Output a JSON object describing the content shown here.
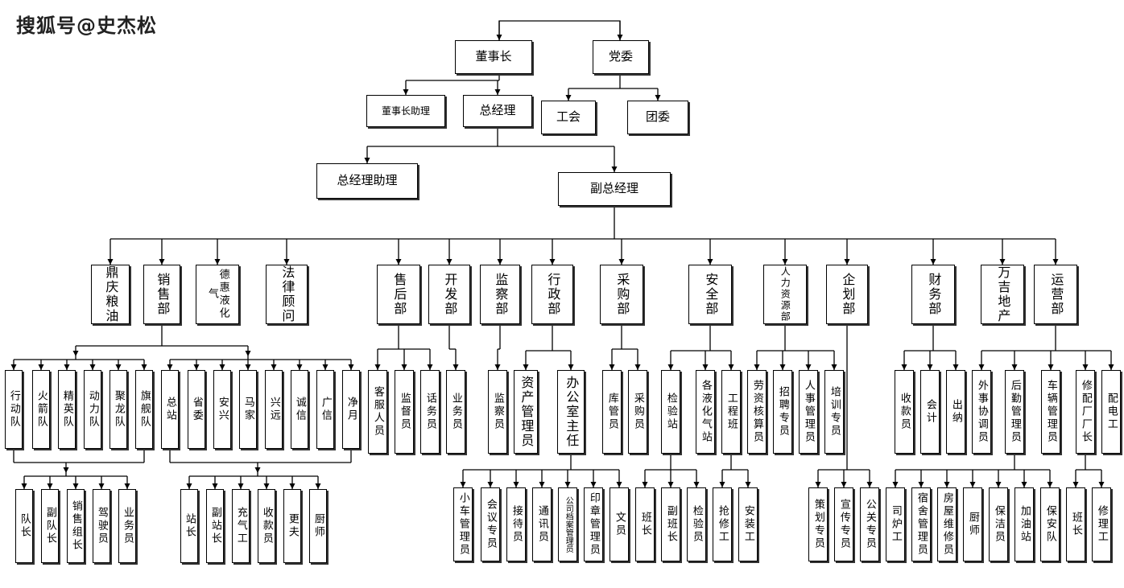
{
  "watermark": "搜狐号@史杰松",
  "colors": {
    "line": "#000000",
    "box_border": "#000000",
    "background": "#ffffff"
  },
  "nodes": [
    {
      "id": "chairman",
      "label": "董事长",
      "parent": null
    },
    {
      "id": "party",
      "label": "党委",
      "parent": null
    },
    {
      "id": "chair_asst",
      "label": "董事长助理",
      "parent": "chairman"
    },
    {
      "id": "gm",
      "label": "总经理",
      "parent": "chairman"
    },
    {
      "id": "union",
      "label": "工会",
      "parent": "party"
    },
    {
      "id": "youth",
      "label": "团委",
      "parent": "party"
    },
    {
      "id": "gm_asst",
      "label": "总经理助理",
      "parent": "gm"
    },
    {
      "id": "vgm",
      "label": "副总经理",
      "parent": "gm"
    },
    {
      "id": "dingqing",
      "label": "鼎庆粮油",
      "parent": "vgm"
    },
    {
      "id": "sales",
      "label": "销售部",
      "parent": "vgm"
    },
    {
      "id": "dehui",
      "label": "德惠液化气",
      "parent": "vgm"
    },
    {
      "id": "legal",
      "label": "法律顾问",
      "parent": "vgm"
    },
    {
      "id": "aftersales",
      "label": "售后部",
      "parent": "vgm"
    },
    {
      "id": "dev",
      "label": "开发部",
      "parent": "vgm"
    },
    {
      "id": "supervision",
      "label": "监察部",
      "parent": "vgm"
    },
    {
      "id": "admin",
      "label": "行政部",
      "parent": "vgm"
    },
    {
      "id": "purchase",
      "label": "采购部",
      "parent": "vgm"
    },
    {
      "id": "safety",
      "label": "安全部",
      "parent": "vgm"
    },
    {
      "id": "hr",
      "label": "人力资源部",
      "parent": "vgm"
    },
    {
      "id": "planning",
      "label": "企划部",
      "parent": "vgm"
    },
    {
      "id": "finance",
      "label": "财务部",
      "parent": "vgm"
    },
    {
      "id": "wanji",
      "label": "万吉地产",
      "parent": "vgm"
    },
    {
      "id": "ops",
      "label": "运营部",
      "parent": "vgm"
    },
    {
      "id": "s_xingdong",
      "label": "行动队",
      "parent": "sales"
    },
    {
      "id": "s_huojian",
      "label": "火箭队",
      "parent": "sales"
    },
    {
      "id": "s_jingying",
      "label": "精英队",
      "parent": "sales"
    },
    {
      "id": "s_dongli",
      "label": "动力队",
      "parent": "sales"
    },
    {
      "id": "s_julong",
      "label": "聚龙队",
      "parent": "sales"
    },
    {
      "id": "s_qijian",
      "label": "旗舰队",
      "parent": "sales"
    },
    {
      "id": "s_zongzhan",
      "label": "总站",
      "parent": "sales"
    },
    {
      "id": "s_shengwei",
      "label": "省委",
      "parent": "sales"
    },
    {
      "id": "s_anxing",
      "label": "安兴",
      "parent": "sales"
    },
    {
      "id": "s_majia",
      "label": "马家",
      "parent": "sales"
    },
    {
      "id": "s_xingyuan",
      "label": "兴远",
      "parent": "sales"
    },
    {
      "id": "s_chengxin",
      "label": "诚信",
      "parent": "sales"
    },
    {
      "id": "s_guangxin",
      "label": "广信",
      "parent": "sales"
    },
    {
      "id": "s_jingyue",
      "label": "净月",
      "parent": "sales"
    },
    {
      "id": "t_duizhang",
      "label": "队长",
      "parent": "teams"
    },
    {
      "id": "t_fuduizhang",
      "label": "副队长",
      "parent": "teams"
    },
    {
      "id": "t_xszz",
      "label": "销售组长",
      "parent": "teams"
    },
    {
      "id": "t_jiashi",
      "label": "驾驶员",
      "parent": "teams"
    },
    {
      "id": "t_yewu",
      "label": "业务员",
      "parent": "teams"
    },
    {
      "id": "st_zhanzhang",
      "label": "站长",
      "parent": "stations"
    },
    {
      "id": "st_fuzhanzhang",
      "label": "副站长",
      "parent": "stations"
    },
    {
      "id": "st_chongqi",
      "label": "充气工",
      "parent": "stations"
    },
    {
      "id": "st_shoukuan",
      "label": "收款员",
      "parent": "stations"
    },
    {
      "id": "st_gengfu",
      "label": "更夫",
      "parent": "stations"
    },
    {
      "id": "st_chushi",
      "label": "厨师",
      "parent": "stations"
    },
    {
      "id": "as_kefu",
      "label": "客服人员",
      "parent": "aftersales"
    },
    {
      "id": "as_jiandu",
      "label": "监督员",
      "parent": "aftersales"
    },
    {
      "id": "as_huawu",
      "label": "话务员",
      "parent": "aftersales"
    },
    {
      "id": "dev_yewu",
      "label": "业务员",
      "parent": "dev"
    },
    {
      "id": "sup_jiancha",
      "label": "监察员",
      "parent": "supervision"
    },
    {
      "id": "adm_zichan",
      "label": "资产管理员",
      "parent": "admin"
    },
    {
      "id": "adm_office",
      "label": "办公室主任",
      "parent": "admin"
    },
    {
      "id": "pur_kuguan",
      "label": "库管员",
      "parent": "purchase"
    },
    {
      "id": "pur_caigou",
      "label": "采购员",
      "parent": "purchase"
    },
    {
      "id": "saf_jianyan",
      "label": "检验站",
      "parent": "safety"
    },
    {
      "id": "saf_geye",
      "label": "各液化气站",
      "parent": "safety"
    },
    {
      "id": "saf_gongcheng",
      "label": "工程班",
      "parent": "safety"
    },
    {
      "id": "hr_laozi",
      "label": "劳资核算员",
      "parent": "hr"
    },
    {
      "id": "hr_zhaopin",
      "label": "招聘专员",
      "parent": "hr"
    },
    {
      "id": "hr_renshi",
      "label": "人事管理员",
      "parent": "hr"
    },
    {
      "id": "hr_peixun",
      "label": "培训专员",
      "parent": "hr"
    },
    {
      "id": "fin_shoukuan",
      "label": "收款员",
      "parent": "finance"
    },
    {
      "id": "fin_kuaiji",
      "label": "会计",
      "parent": "finance"
    },
    {
      "id": "fin_chuna",
      "label": "出纳",
      "parent": "finance"
    },
    {
      "id": "ops_waishi",
      "label": "外事协调员",
      "parent": "ops"
    },
    {
      "id": "ops_houqin",
      "label": "后勤管理员",
      "parent": "ops"
    },
    {
      "id": "ops_cheliang",
      "label": "车辆管理员",
      "parent": "ops"
    },
    {
      "id": "ops_xiupei",
      "label": "修配厂厂长",
      "parent": "ops"
    },
    {
      "id": "ops_peidian",
      "label": "配电工",
      "parent": "ops"
    },
    {
      "id": "o_xiaoche",
      "label": "小车管理员",
      "parent": "adm_office"
    },
    {
      "id": "o_huiyi",
      "label": "会议专员",
      "parent": "adm_office"
    },
    {
      "id": "o_jiedai",
      "label": "接待员",
      "parent": "adm_office"
    },
    {
      "id": "o_tongxun",
      "label": "通讯员",
      "parent": "adm_office"
    },
    {
      "id": "o_dangan",
      "label": "公司档案管理员",
      "parent": "adm_office"
    },
    {
      "id": "o_yinzhang",
      "label": "印章管理员",
      "parent": "adm_office"
    },
    {
      "id": "o_wenyuan",
      "label": "文员",
      "parent": "adm_office"
    },
    {
      "id": "j_banzhang",
      "label": "班长",
      "parent": "saf_jianyan"
    },
    {
      "id": "j_fubanzhang",
      "label": "副班长",
      "parent": "saf_jianyan"
    },
    {
      "id": "j_jianyan",
      "label": "检验员",
      "parent": "saf_jianyan"
    },
    {
      "id": "g_qiangxiu",
      "label": "抢修工",
      "parent": "saf_gongcheng"
    },
    {
      "id": "g_anzhuang",
      "label": "安装工",
      "parent": "saf_gongcheng"
    },
    {
      "id": "p_cehua",
      "label": "策划专员",
      "parent": "planning"
    },
    {
      "id": "p_xuanchuan",
      "label": "宣传专员",
      "parent": "planning"
    },
    {
      "id": "p_gongguan",
      "label": "公关专员",
      "parent": "planning"
    },
    {
      "id": "h_silu",
      "label": "司炉工",
      "parent": "ops_houqin"
    },
    {
      "id": "h_sushe",
      "label": "宿舍管理员",
      "parent": "ops_houqin"
    },
    {
      "id": "h_fangwu",
      "label": "房屋维修员",
      "parent": "ops_houqin"
    },
    {
      "id": "h_chushi",
      "label": "厨师",
      "parent": "ops_houqin"
    },
    {
      "id": "h_baojie",
      "label": "保洁员",
      "parent": "ops_houqin"
    },
    {
      "id": "h_jiayou",
      "label": "加油站",
      "parent": "ops_houqin"
    },
    {
      "id": "h_baoan",
      "label": "保安队",
      "parent": "ops_houqin"
    },
    {
      "id": "x_banzhang",
      "label": "班长",
      "parent": "ops_xiupei"
    },
    {
      "id": "x_xiuli",
      "label": "修理工",
      "parent": "ops_xiupei"
    }
  ]
}
